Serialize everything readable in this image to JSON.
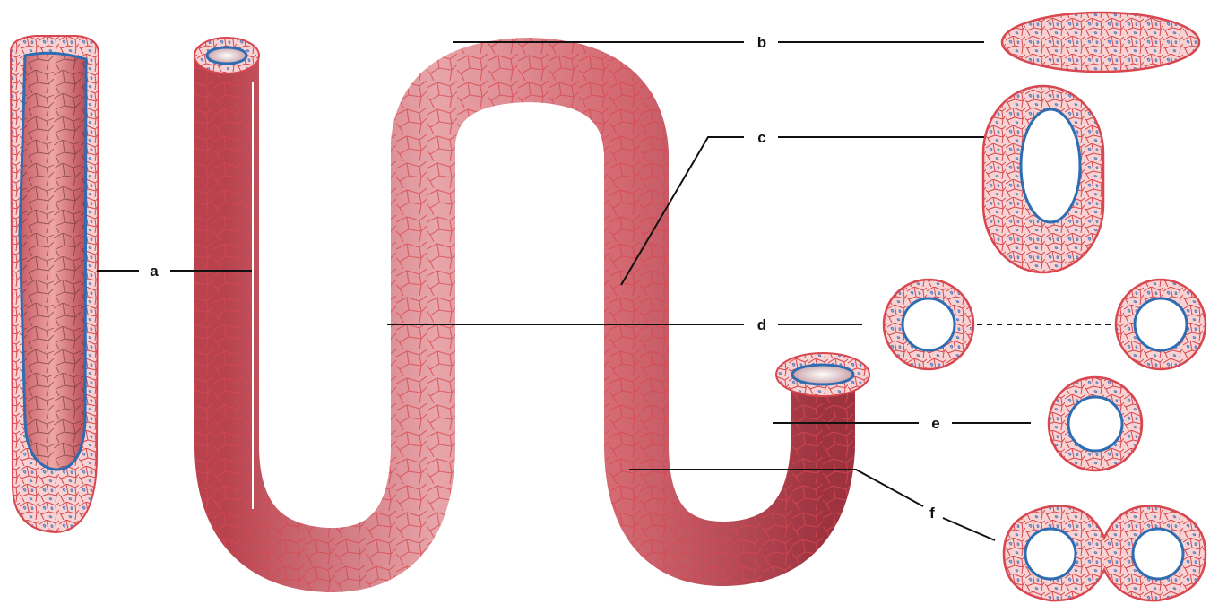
{
  "labels": {
    "a": "a",
    "b": "b",
    "c": "c",
    "d": "d",
    "e": "e",
    "f": "f"
  },
  "colors": {
    "tube": "#c9545f",
    "tube_dark": "#a83a46",
    "tube_light": "#e6a2a6",
    "cell_line": "#d8474f",
    "cell_fill": "#f8d3d3",
    "lumen_ring": "#2f6db3",
    "nucleus": "#4f6fb0",
    "leader": "#111111"
  }
}
